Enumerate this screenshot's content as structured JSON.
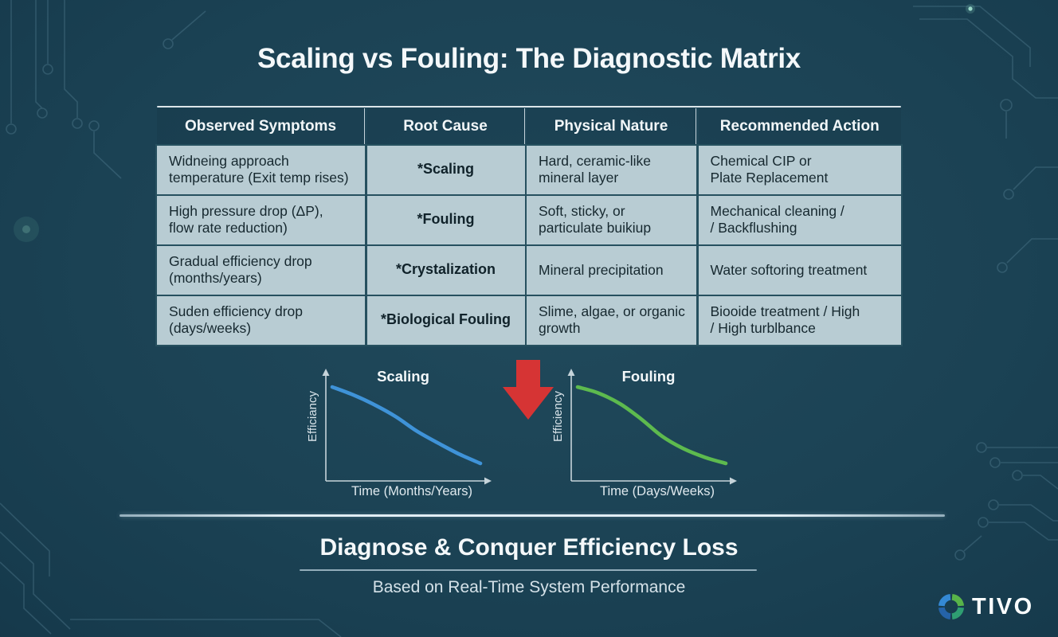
{
  "title": "Scaling vs Fouling: The Diagnostic Matrix",
  "table": {
    "headers": [
      "Observed Symptoms",
      "Root Cause",
      "Physical Nature",
      "Recommended Action"
    ],
    "rows": [
      [
        "Widneing approach\ntemperature (Exit temp rises)",
        "*Scaling",
        "Hard, ceramic-like\nmineral layer",
        "Chemical CIP or\nPlate Replacement"
      ],
      [
        "High pressure drop (ΔP),\nflow rate reduction)",
        "*Fouling",
        "Soft, sticky, or\nparticulate buikiup",
        "Mechanical cleaning /\n/ Backflushing"
      ],
      [
        "Gradual efficiency drop\n(months/years)",
        "*Crystalization",
        "Mineral precipitation",
        "Water softoring treatment"
      ],
      [
        "Suden efficiency drop\n(days/weeks)",
        "*Biological Fouling",
        "Slime, algae, or organic\ngrowth",
        "Biooide treatment / High\n/ High turblbance"
      ]
    ]
  },
  "chart_data": [
    {
      "type": "line",
      "title": "Scaling",
      "xlabel": "Time (Months/Years)",
      "ylabel": "Efficiancy",
      "color": "#3f93d8",
      "x": [
        0,
        0.14,
        0.29,
        0.43,
        0.57,
        0.71,
        0.86,
        1
      ],
      "y": [
        0.85,
        0.79,
        0.71,
        0.62,
        0.51,
        0.42,
        0.33,
        0.26
      ],
      "ylim": [
        0,
        1
      ],
      "grid": false,
      "note": "qualitative gradual efficiency decline"
    },
    {
      "type": "line",
      "title": "Fouling",
      "xlabel": "Time (Days/Weeks)",
      "ylabel": "Efficiency",
      "color": "#5dba4e",
      "x": [
        0,
        0.14,
        0.29,
        0.43,
        0.57,
        0.71,
        0.86,
        1
      ],
      "y": [
        0.89,
        0.83,
        0.72,
        0.57,
        0.4,
        0.28,
        0.19,
        0.13
      ],
      "ylim": [
        0,
        1
      ],
      "grid": false,
      "note": "qualitative rapid S-shaped efficiency decline"
    }
  ],
  "arrow": {
    "color": "#d63434"
  },
  "footer": {
    "heading": "Diagnose & Conquer Efficiency Loss",
    "subheading": "Based on Real-Time System Performance"
  },
  "brand": {
    "name": "TIVO",
    "logo_segment_colors": [
      "#3489d4",
      "#58b449",
      "#2f9e72",
      "#2563a8"
    ]
  },
  "colors": {
    "background": "#1b4254",
    "table_cell": "#b8ccd3",
    "table_text": "#16282f",
    "circuit_trace": "#6f9cb0"
  }
}
